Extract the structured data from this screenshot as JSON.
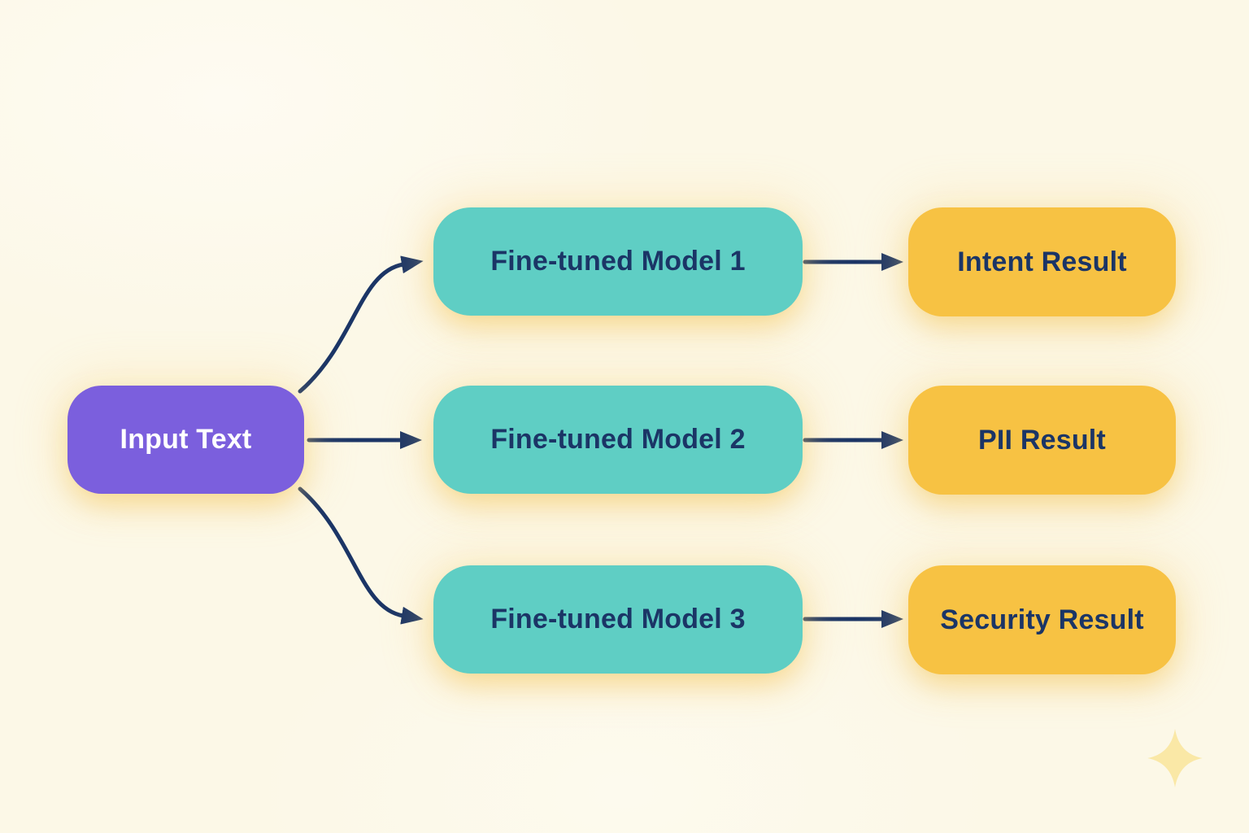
{
  "diagram": {
    "title": "fine-tuned model routing diagram",
    "input": {
      "id": "input-text",
      "label": "Input Text"
    },
    "models": [
      {
        "id": "fine-tuned-model-1",
        "label": "Fine-tuned Model 1"
      },
      {
        "id": "fine-tuned-model-2",
        "label": "Fine-tuned Model 2"
      },
      {
        "id": "fine-tuned-model-3",
        "label": "Fine-tuned Model 3"
      }
    ],
    "results": [
      {
        "id": "intent-result",
        "label": "Intent Result"
      },
      {
        "id": "pii-result",
        "label": "PII Result"
      },
      {
        "id": "security-result",
        "label": "Security Result"
      }
    ],
    "edges": [
      {
        "from": "input-text",
        "to": "fine-tuned-model-1",
        "style": "curved-up-arrow"
      },
      {
        "from": "input-text",
        "to": "fine-tuned-model-2",
        "style": "straight-arrow"
      },
      {
        "from": "input-text",
        "to": "fine-tuned-model-3",
        "style": "curved-down-arrow"
      },
      {
        "from": "fine-tuned-model-1",
        "to": "intent-result",
        "style": "straight-arrow"
      },
      {
        "from": "fine-tuned-model-2",
        "to": "pii-result",
        "style": "straight-arrow"
      },
      {
        "from": "fine-tuned-model-3",
        "to": "security-result",
        "style": "straight-arrow"
      }
    ]
  },
  "icons": {
    "sparkle": "four-pointed-star-sparkle"
  },
  "colors": {
    "background": "#FCF8E7",
    "node_input": "#7B5FDD",
    "node_model": "#5FCEC4",
    "node_result": "#F7C243",
    "arrow": "#1B3566",
    "text_dark": "#1B3566",
    "text_light": "#FFFFFF",
    "sparkle": "#FAE8A6"
  }
}
